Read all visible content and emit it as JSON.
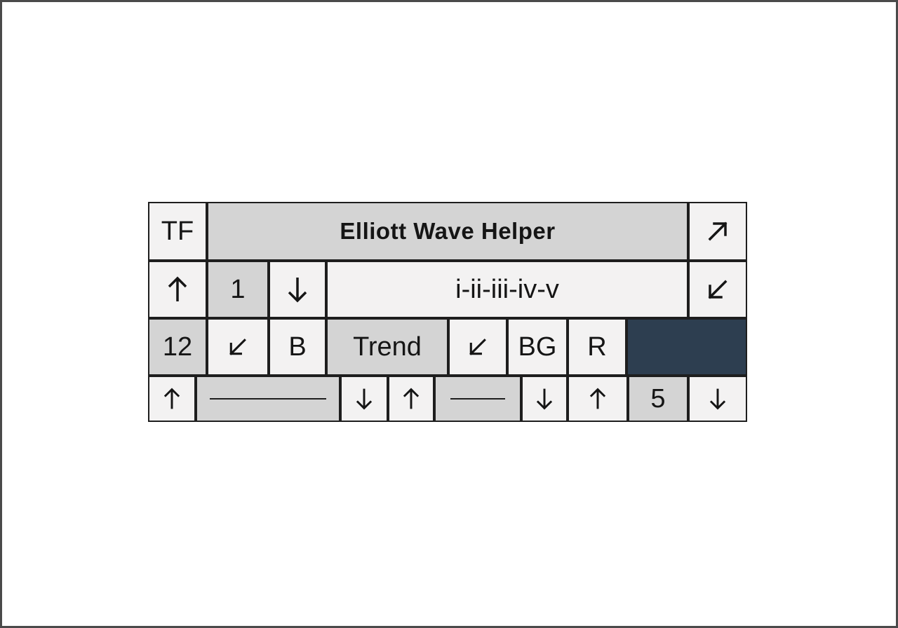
{
  "panel": {
    "tf_label": "TF",
    "title": "Elliott Wave Helper",
    "wave_degree_value": "1",
    "wave_labels": "i-ii-iii-iv-v",
    "bar_count": "12",
    "b_label": "B",
    "trend_label": "Trend",
    "bg_label": "BG",
    "r_label": "R",
    "color_swatch": "#2d3e50",
    "width_value": "5"
  },
  "icons": {
    "expand": "arrow-up-right-icon",
    "collapse": "arrow-down-left-icon",
    "up": "arrow-up-icon",
    "down": "arrow-down-icon",
    "line_thick": "line-style-icon",
    "line_thin": "line-style-icon"
  },
  "colors": {
    "cell_light": "#f3f2f2",
    "cell_grey": "#d4d4d4",
    "border": "#1e1e1e",
    "swatch": "#2d3e50"
  }
}
